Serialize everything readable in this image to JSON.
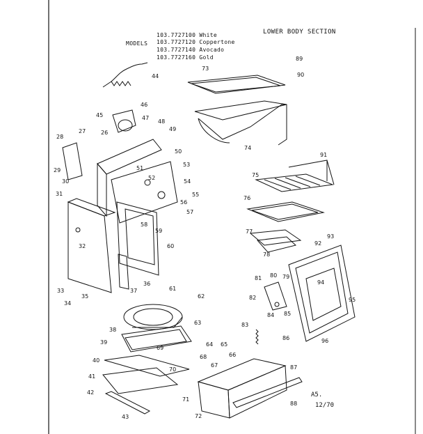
{
  "header": {
    "title": "LOWER BODY SECTION",
    "models_label": "MODELS",
    "models": [
      "103.7727100 White",
      "103.7727120 Coppertone",
      "103.7727140 Avocado",
      "103.7727160 Gold"
    ]
  },
  "footer": {
    "code": "A5.",
    "date": "12/70"
  },
  "callouts": [
    "44",
    "45",
    "46",
    "47",
    "48",
    "49",
    "50",
    "51",
    "52",
    "53",
    "54",
    "55",
    "56",
    "57",
    "58",
    "59",
    "60",
    "61",
    "62",
    "63",
    "64",
    "65",
    "66",
    "67",
    "68",
    "69",
    "70",
    "71",
    "72",
    "73",
    "74",
    "75",
    "76",
    "77",
    "78",
    "79",
    "80",
    "81",
    "82",
    "83",
    "84",
    "85",
    "86",
    "87",
    "88",
    "89",
    "90",
    "91",
    "92",
    "93",
    "94",
    "95",
    "96",
    "26",
    "27",
    "28",
    "29",
    "30",
    "31",
    "32",
    "33",
    "34",
    "35",
    "36",
    "37",
    "38",
    "39",
    "40",
    "41",
    "42",
    "43"
  ]
}
